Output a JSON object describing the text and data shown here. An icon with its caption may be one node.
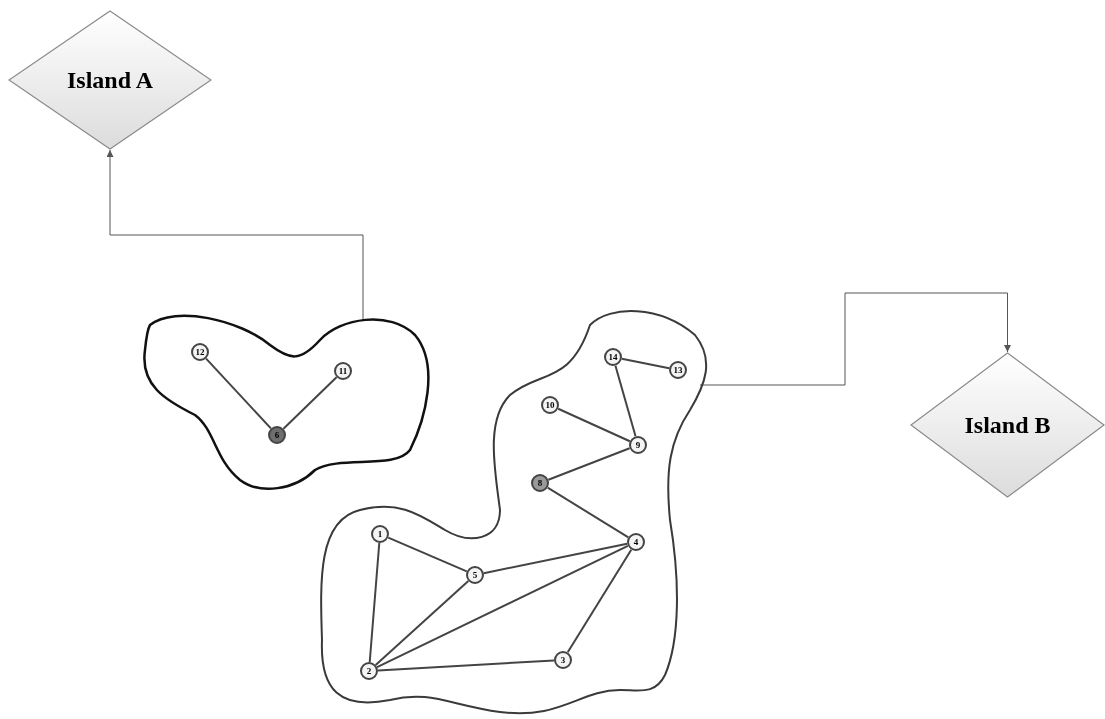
{
  "diagram": {
    "nodes": [
      {
        "text": [
          "Island A"
        ]
      },
      {
        "text": [],
        "shape": "blob"
      },
      {
        "text": [
          "12"
        ],
        "in": 1
      },
      {
        "text": [
          "11"
        ],
        "in": 1
      },
      {
        "text": [
          "6"
        ],
        "in": 1
      },
      {
        "text": [],
        "shape": "blob"
      },
      {
        "text": [
          "14"
        ],
        "in": 5
      },
      {
        "text": [
          "13"
        ],
        "in": 5
      },
      {
        "text": [
          "10"
        ],
        "in": 5
      },
      {
        "text": [
          "9"
        ],
        "in": 5
      },
      {
        "text": [
          "8"
        ],
        "in": 5
      },
      {
        "text": [
          "1"
        ],
        "in": 5
      },
      {
        "text": [
          "4"
        ],
        "in": 5
      },
      {
        "text": [
          "5"
        ],
        "in": 5
      },
      {
        "text": [
          "2"
        ],
        "in": 5
      },
      {
        "text": [
          "3"
        ],
        "in": 5
      },
      {
        "text": [
          "Island B"
        ]
      }
    ],
    "edges": [
      {
        "from": 1,
        "to": 0,
        "arrow": "to"
      },
      {
        "from": 5,
        "to": 16,
        "arrow": "to"
      },
      {
        "from": 2,
        "to": 4,
        "arrow": "none"
      },
      {
        "from": 3,
        "to": 4,
        "arrow": "none"
      },
      {
        "from": 6,
        "to": 7,
        "arrow": "none"
      },
      {
        "from": 6,
        "to": 9,
        "arrow": "none"
      },
      {
        "from": 8,
        "to": 9,
        "arrow": "none"
      },
      {
        "from": 9,
        "to": 10,
        "arrow": "none"
      },
      {
        "from": 10,
        "to": 12,
        "arrow": "none"
      },
      {
        "from": 11,
        "to": 13,
        "arrow": "none"
      },
      {
        "from": 11,
        "to": 14,
        "arrow": "none"
      },
      {
        "from": 13,
        "to": 12,
        "arrow": "none"
      },
      {
        "from": 13,
        "to": 14,
        "arrow": "none"
      },
      {
        "from": 14,
        "to": 12,
        "arrow": "none"
      },
      {
        "from": 14,
        "to": 15,
        "arrow": "none"
      },
      {
        "from": 15,
        "to": 12,
        "arrow": "none"
      }
    ]
  }
}
